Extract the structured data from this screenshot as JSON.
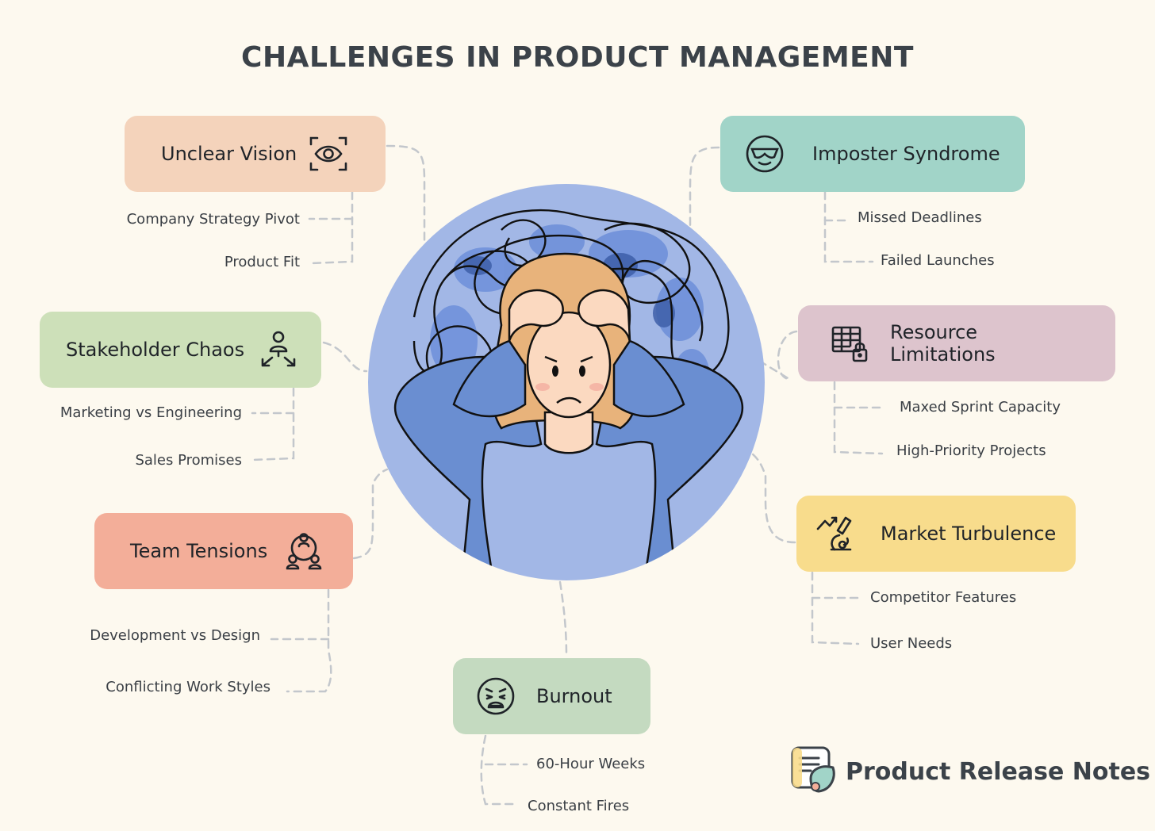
{
  "title": "CHALLENGES IN PRODUCT MANAGEMENT",
  "colors": {
    "background": "#fdf9ef",
    "unclear_vision": "#f4d3bb",
    "imposter_syndrome": "#a1d4c8",
    "stakeholder_chaos": "#cde0b9",
    "resource_limitations": "#ddc4cd",
    "team_tensions": "#f3ae99",
    "market_turbulence": "#f8dc8c",
    "burnout": "#c4dac0",
    "circle": "#a2b7e6"
  },
  "challenges": [
    {
      "label": "Unclear Vision",
      "icon": "eye-focus-icon",
      "items": [
        "Company Strategy Pivot",
        "Product Fit"
      ]
    },
    {
      "label": "Imposter Syndrome",
      "icon": "disguise-face-icon",
      "items": [
        "Missed Deadlines",
        "Failed Launches"
      ]
    },
    {
      "label": "Stakeholder Chaos",
      "icon": "person-arrows-icon",
      "items": [
        "Marketing vs Engineering",
        "Sales Promises"
      ]
    },
    {
      "label": "Resource Limitations",
      "icon": "locked-table-icon",
      "items": [
        "Maxed Sprint Capacity",
        "High-Priority Projects"
      ]
    },
    {
      "label": "Team Tensions",
      "icon": "team-network-icon",
      "items": [
        "Development vs Design",
        "Conflicting Work Styles"
      ]
    },
    {
      "label": "Market Turbulence",
      "icon": "microscope-chart-icon",
      "items": [
        "Competitor Features",
        "User Needs"
      ]
    },
    {
      "label": "Burnout",
      "icon": "exhausted-face-icon",
      "items": [
        "60-Hour Weeks",
        "Constant Fires"
      ]
    }
  ],
  "center_image": "stressed-person-illustration",
  "brand": {
    "name": "Product Release Notes",
    "icon": "notes-logo-icon"
  }
}
